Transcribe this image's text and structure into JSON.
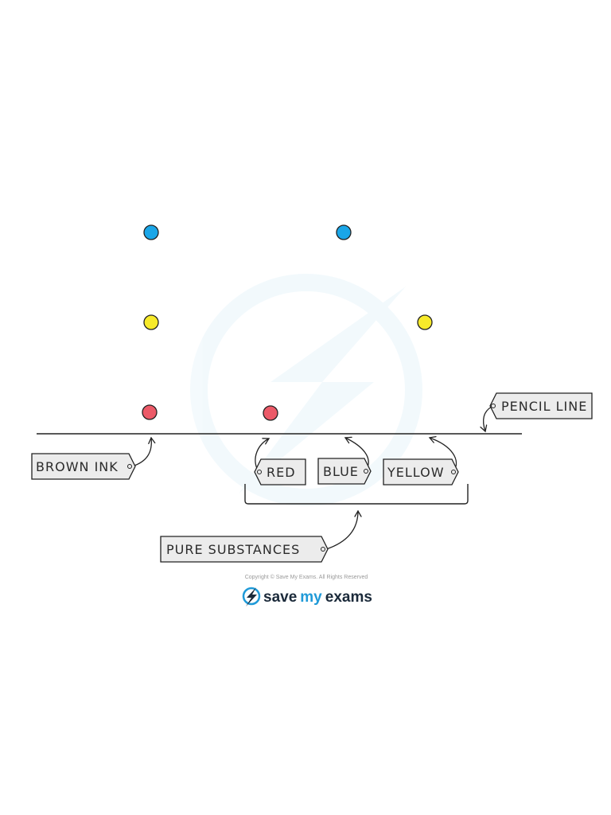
{
  "labels": {
    "brown_ink": "BROWN INK",
    "red": "RED",
    "blue": "BLUE",
    "yellow": "YELLOW",
    "pencil_line": "PENCIL LINE",
    "pure_substances": "PURE SUBSTANCES"
  },
  "footer": {
    "copyright": "Copyright © Save My Exams. All Rights Reserved",
    "brand_save": "save",
    "brand_my": "my",
    "brand_exams": "exams",
    "logo_icon": "lightning-bolt-icon"
  },
  "colors": {
    "blue_spot": "#1aa6e8",
    "yellow_spot": "#f7ea2a",
    "red_spot": "#ec5a68",
    "tag_fill": "#ececec",
    "ink": "#222222",
    "brand_blue": "#1f9ad8",
    "brand_dark": "#1b2a3a"
  }
}
